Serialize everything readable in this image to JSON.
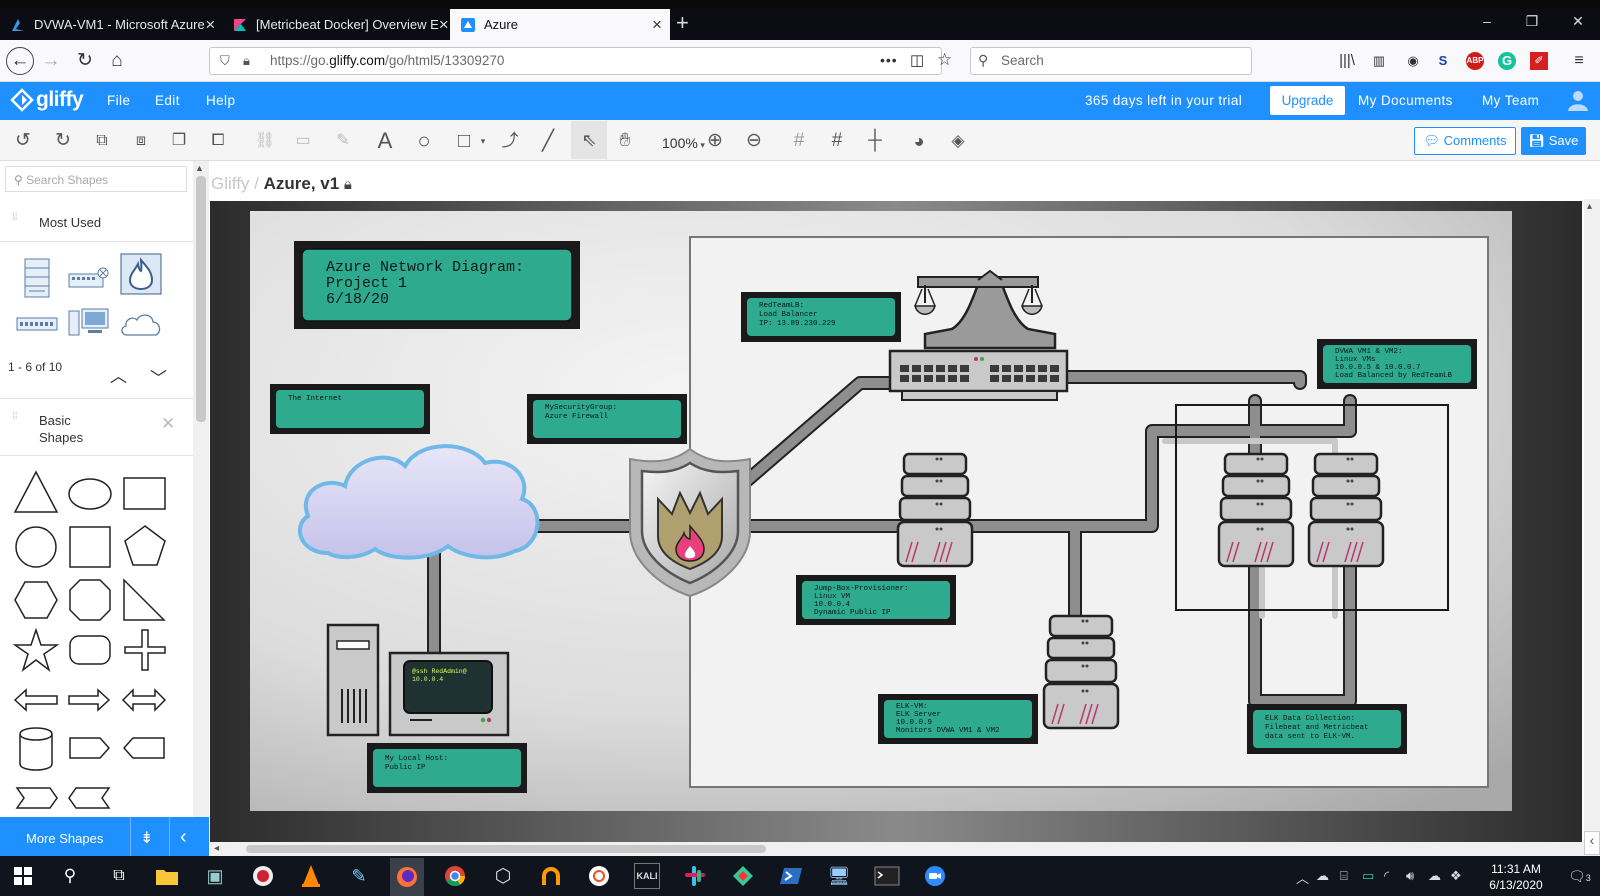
{
  "browser": {
    "tabs": [
      {
        "label": "DVWA-VM1 - Microsoft Azure",
        "active": false
      },
      {
        "label": "[Metricbeat Docker] Overview E",
        "active": false
      },
      {
        "label": "Azure",
        "active": true
      }
    ],
    "url_prefix": "https://go.",
    "url_domain": "gliffy.com",
    "url_path": "/go/html5/13309270",
    "search_placeholder": "Search",
    "window_controls": {
      "minimize": "–",
      "maximize": "❐",
      "close": "✕"
    }
  },
  "gliffy": {
    "logo": "gliffy",
    "menu": [
      "File",
      "Edit",
      "Help"
    ],
    "trial_text": "365 days left in your trial",
    "upgrade": "Upgrade",
    "my_documents": "My Documents",
    "my_team": "My Team",
    "zoom": "100%",
    "comments": "Comments",
    "save": "Save",
    "breadcrumb_root": "Gliffy",
    "breadcrumb_sep": " / ",
    "doc_title": "Azure, v1"
  },
  "panel": {
    "search_placeholder": "Search Shapes",
    "most_used": "Most Used",
    "pager": "1 - 6 of 10",
    "basic_shapes_1": "Basic",
    "basic_shapes_2": "Shapes",
    "more_shapes": "More Shapes"
  },
  "diagram": {
    "title": [
      "Azure Network Diagram:",
      "Project 1",
      "6/18/20"
    ],
    "internet": "The Internet",
    "firewall": [
      "MySecurityGroup:",
      "Azure Firewall"
    ],
    "loadbalancer": [
      "RedTeamLB:",
      "Load Balancer",
      "IP: 13.89.230.229"
    ],
    "dvwa": [
      "DVWA VM1 & VM2:",
      "Linux VMs",
      "10.0.0.5 & 10.0.0.7",
      "Load Balanced by RedTeamLB"
    ],
    "jumpbox": [
      "Jump-Box-Provisioner:",
      "Linux VM",
      "10.0.0.4",
      "Dynamic Public IP"
    ],
    "elkvm": [
      "ELK-VM:",
      "ELK Server",
      "10.0.0.9",
      "Monitors DVWA VM1 & VM2"
    ],
    "elkdata": [
      "ELK Data Collection:",
      "Filebeat and Metricbeat",
      "data sent to ELK-VM."
    ],
    "localhost": [
      "My Local Host:",
      "Public IP"
    ],
    "monitor": [
      "@ssh RedAdmin@",
      "10.0.0.4"
    ]
  },
  "taskbar": {
    "time": "11:31 AM",
    "date": "6/13/2020",
    "notifications": "3"
  },
  "colors": {
    "brand": "#1e90ff",
    "label_teal": "#2eaa8f",
    "tab_bg": "#0c0c14",
    "taskbar": "#10141c"
  }
}
